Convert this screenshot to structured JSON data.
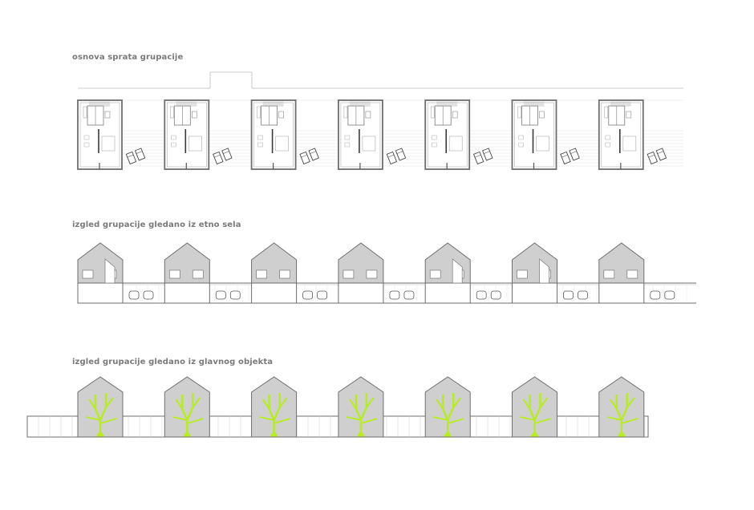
{
  "sections": [
    {
      "title": "osnova sprata grupacije"
    },
    {
      "title": "izgled grupacije gledano iz etno sela"
    },
    {
      "title": "izgled grupacije gledano iz glavnog objekta"
    }
  ],
  "colors": {
    "line": "#6e6e6e",
    "roof": "#cfcfcf",
    "wall": "#e4e4e4",
    "tree": "#b6ee1c",
    "title": "#7a7a7a"
  },
  "house_count": 7,
  "icons": [
    "house-plan-icon",
    "car-icon",
    "tree-icon"
  ]
}
